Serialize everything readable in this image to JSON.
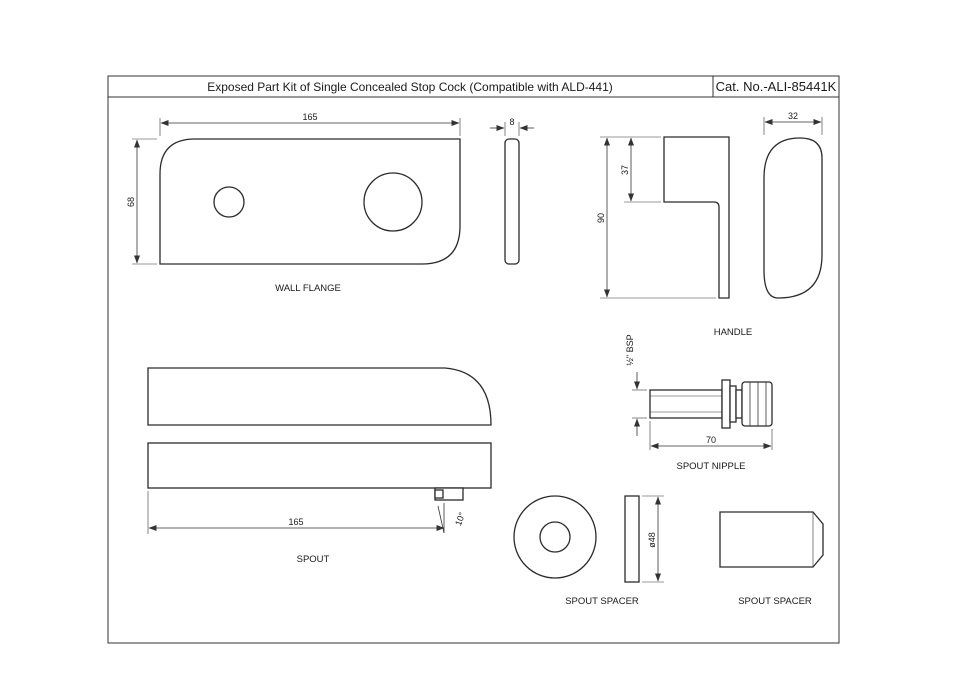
{
  "header": {
    "title": "Exposed Part Kit of Single Concealed Stop Cock (Compatible with ALD-441)",
    "catalog": "Cat. No.-ALI-85441K"
  },
  "wall_flange": {
    "label": "WALL FLANGE",
    "width_dim": "165",
    "height_dim": "68",
    "thickness_dim": "8"
  },
  "handle": {
    "label": "HANDLE",
    "height_dim": "90",
    "upper_dim": "37",
    "width_dim": "32"
  },
  "spout_nipple": {
    "label": "SPOUT NIPPLE",
    "thread_dim": "½\" BSP",
    "length_dim": "70"
  },
  "spout": {
    "label": "SPOUT",
    "length_dim": "165",
    "angle_dim": "10°"
  },
  "spout_spacer_round": {
    "label": "SPOUT SPACER",
    "diameter_dim": "ø48"
  },
  "spout_spacer_side": {
    "label": "SPOUT SPACER"
  }
}
